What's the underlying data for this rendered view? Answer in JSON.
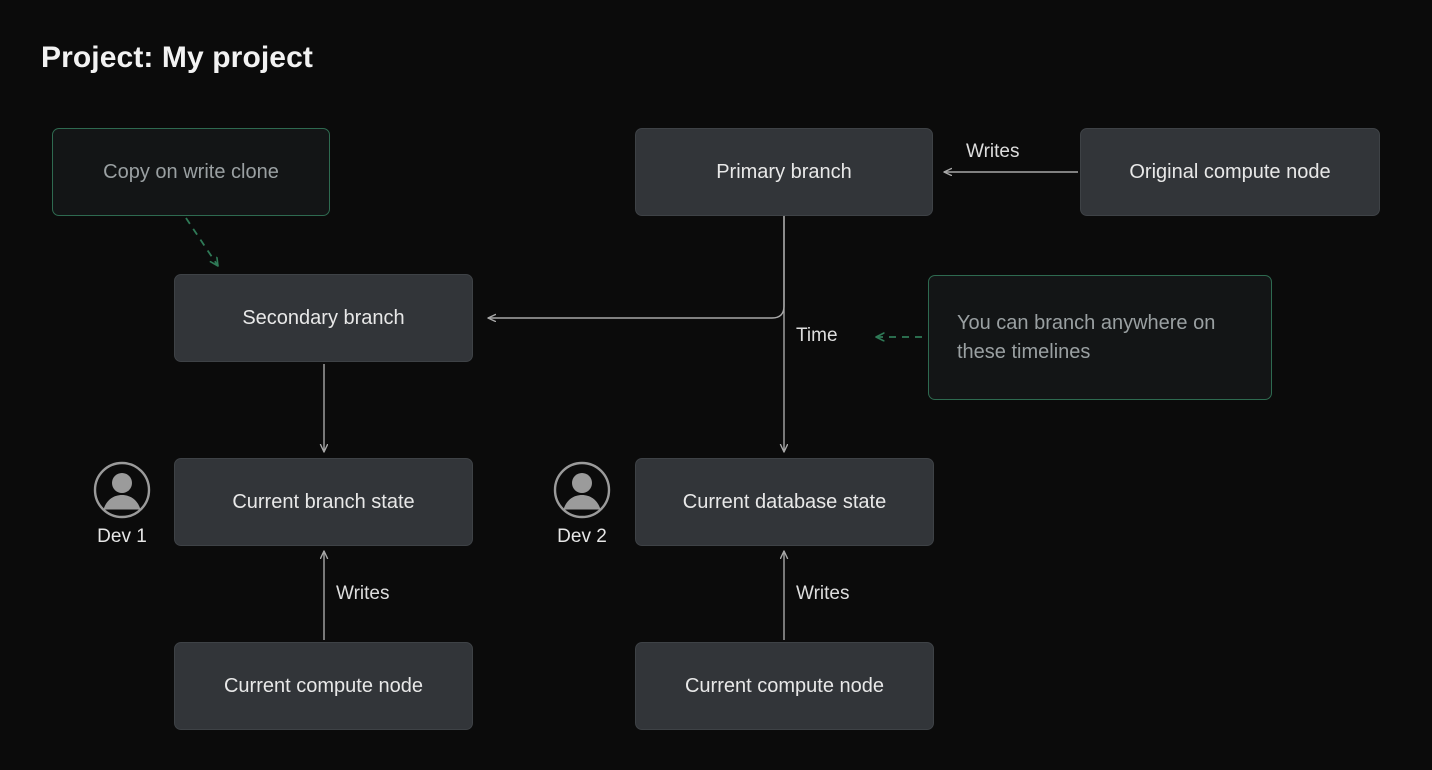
{
  "page": {
    "title": "Project: My project",
    "background_color": "#0b0b0b",
    "node_fill": "#323539",
    "node_border": "#3e4246",
    "accent_green": "#2e6a50",
    "line_color": "#a8a8a8",
    "text_color": "#e8e8e8",
    "muted_text_color": "#9aa0a2"
  },
  "nodes": {
    "copy_on_write_clone": {
      "label": "Copy on write clone",
      "style": "ghost"
    },
    "primary_branch": {
      "label": "Primary branch",
      "style": "solid"
    },
    "original_compute_node": {
      "label": "Original compute node",
      "style": "solid"
    },
    "secondary_branch": {
      "label": "Secondary branch",
      "style": "solid"
    },
    "branch_anywhere_note": {
      "label": "You can branch anywhere on these timelines",
      "style": "ghost"
    },
    "current_branch_state": {
      "label": "Current branch state",
      "style": "solid"
    },
    "current_database_state": {
      "label": "Current database state",
      "style": "solid"
    },
    "current_compute_node_left": {
      "label": "Current compute node",
      "style": "solid"
    },
    "current_compute_node_right": {
      "label": "Current compute node",
      "style": "solid"
    }
  },
  "edge_labels": {
    "writes_top": "Writes",
    "time": "Time",
    "writes_left": "Writes",
    "writes_right": "Writes"
  },
  "avatars": [
    {
      "label": "Dev 1",
      "icon": "user-avatar-icon"
    },
    {
      "label": "Dev 2",
      "icon": "user-avatar-icon"
    }
  ]
}
